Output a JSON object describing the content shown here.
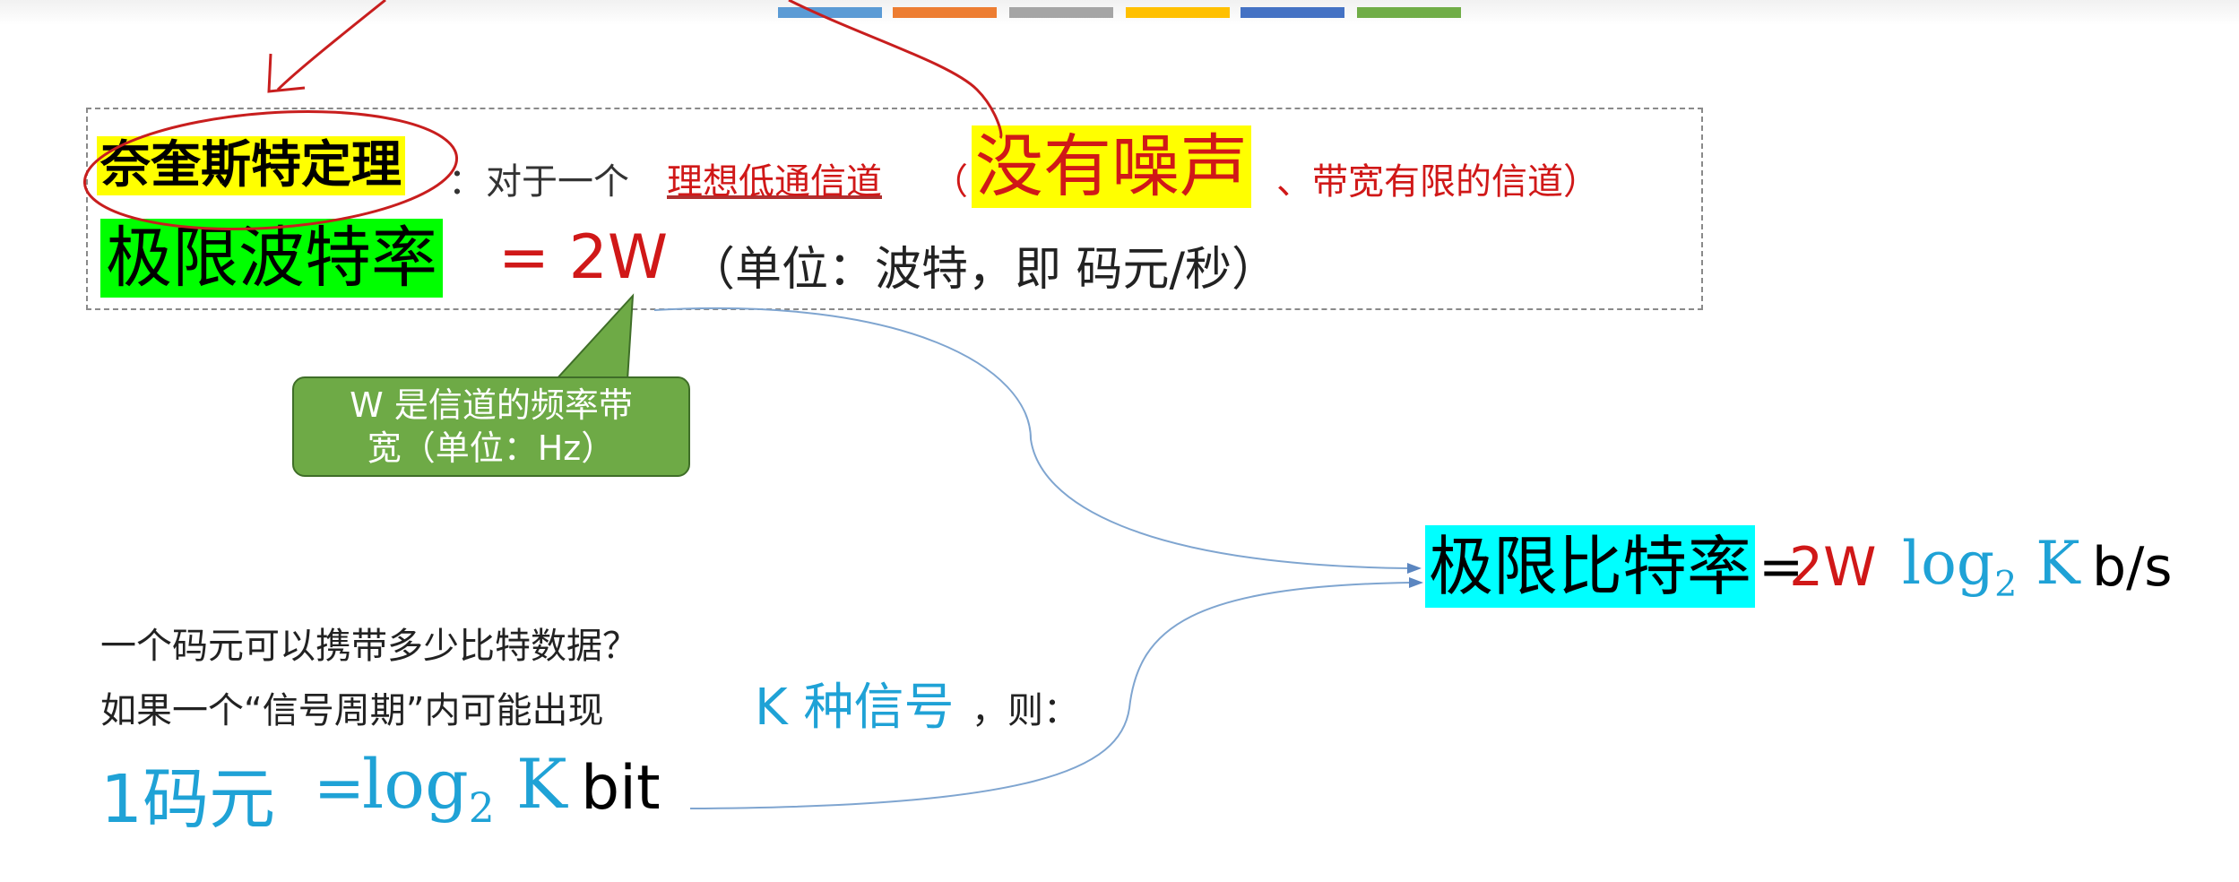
{
  "top_bar": {
    "colors": [
      "#5b9bd5",
      "#ed7d31",
      "#a5a5a5",
      "#ffc000",
      "#4472c4",
      "#70ad47"
    ]
  },
  "theorem": {
    "name": "奈奎斯特定理",
    "colon": "：",
    "intro": "对于一个",
    "ideal_channel": "理想低通信道",
    "paren_open": "（",
    "no_noise": "没有噪声",
    "limited_band": "、带宽有限的信道）",
    "limit_baud": "极限波特率",
    "eq_2w": "= 2W",
    "unit": "（单位：波特，即 码元/秒）"
  },
  "callout": {
    "line1": "W 是信道的频率带",
    "line2": "宽（单位：Hz）"
  },
  "bitrate": {
    "label": "极限比特率",
    "eq": "=",
    "two_w": "2W",
    "log": "log",
    "base": "2",
    "k": " K",
    "unit": "b/s"
  },
  "symbol_info": {
    "question": "一个码元可以携带多少比特数据？",
    "if_text": "如果一个“信号周期”内可能出现",
    "k_signals": "K 种信号",
    "then": "，则：",
    "code_one": "1码元",
    "code_eq": "=",
    "code_log": "log",
    "code_base": "2",
    "code_k": " K",
    "code_bit": "bit"
  },
  "colors": {
    "red": "#d01818",
    "blue": "#1fa2d6",
    "highlight_yellow": "#ffff00",
    "highlight_green": "#00ff00",
    "highlight_cyan": "#00ffff",
    "callout_green": "#6eaa46",
    "annotation_red": "#c81e1e",
    "connector_blue": "#7fa5d0"
  }
}
